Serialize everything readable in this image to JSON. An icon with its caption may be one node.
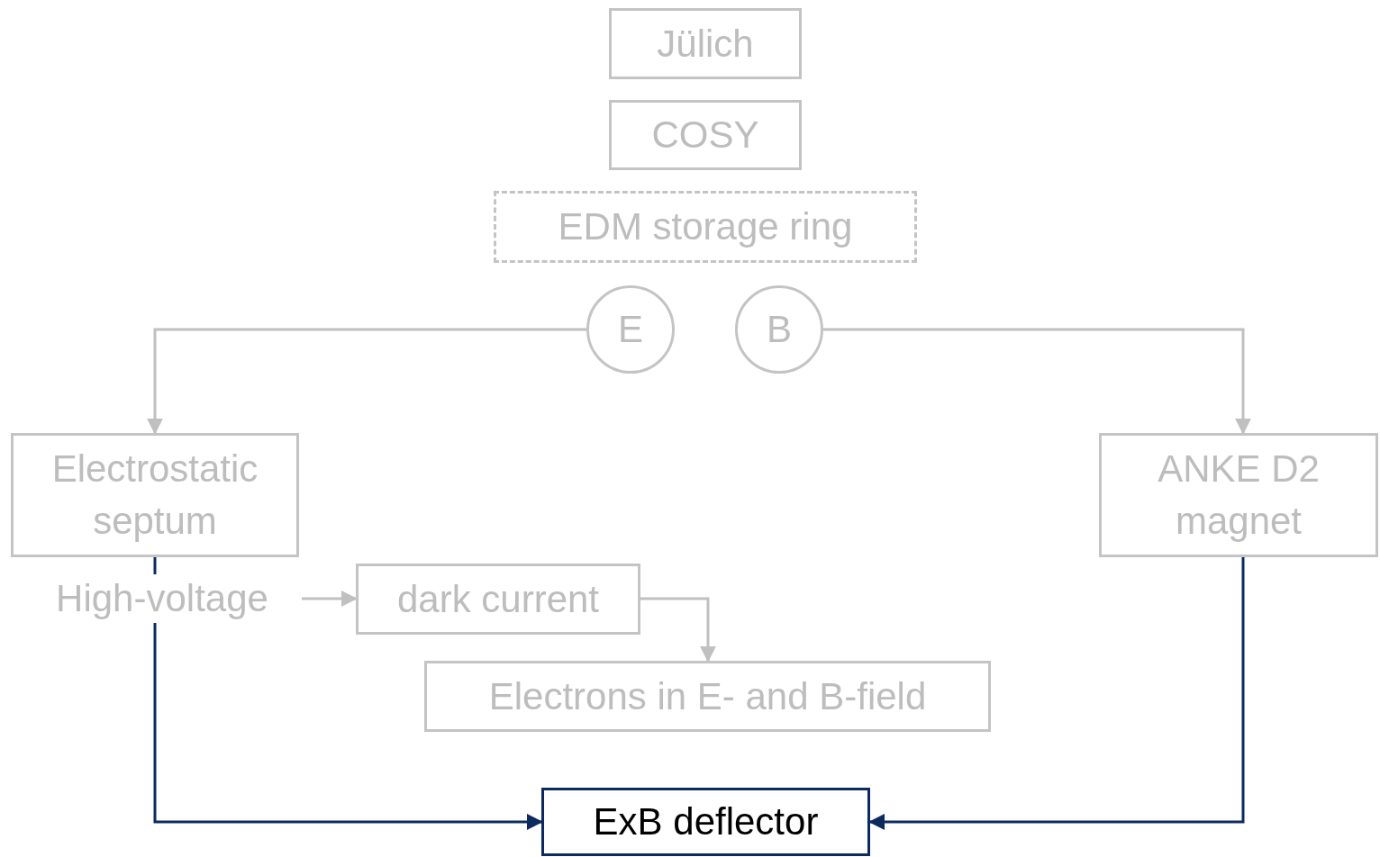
{
  "diagram": {
    "nodes": [
      {
        "text": [
          "Jülich"
        ]
      },
      {
        "text": [
          "COSY"
        ]
      },
      {
        "text": [
          "EDM storage ring"
        ]
      },
      {
        "text": [
          "E"
        ]
      },
      {
        "text": [
          "B"
        ]
      },
      {
        "text": [
          "Electrostatic septum"
        ]
      },
      {
        "text": [
          "ANKE D2 magnet"
        ]
      },
      {
        "text": [
          "High-voltage"
        ]
      },
      {
        "text": [
          "dark current"
        ]
      },
      {
        "text": [
          "Electrons in E- and B-field"
        ]
      },
      {
        "text": [
          "ExB deflector"
        ]
      }
    ],
    "edges": [
      {
        "from": 3,
        "to": 5,
        "arrow": "to"
      },
      {
        "from": 4,
        "to": 6,
        "arrow": "to"
      },
      {
        "from": 7,
        "to": 8,
        "arrow": "to"
      },
      {
        "from": 8,
        "to": 9,
        "arrow": "to"
      },
      {
        "from": 5,
        "to": 7,
        "arrow": "none",
        "color": "#0d2a5f"
      },
      {
        "from": 7,
        "to": 10,
        "arrow": "to",
        "color": "#0d2a5f"
      },
      {
        "from": 6,
        "to": 10,
        "arrow": "to",
        "color": "#0d2a5f"
      }
    ]
  }
}
